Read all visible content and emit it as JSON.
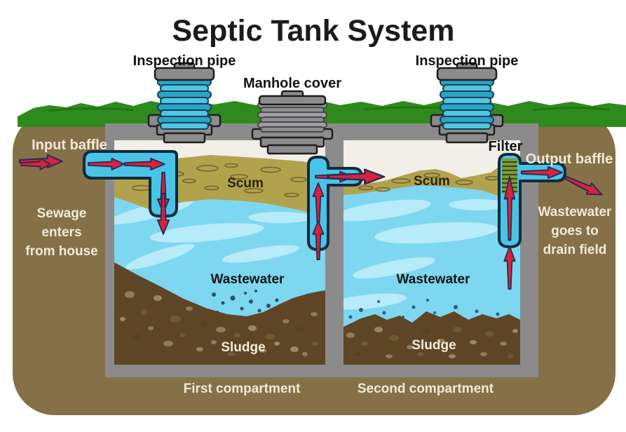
{
  "title": "Septic Tank System",
  "labels": {
    "inspection_pipe_left": "Inspection pipe",
    "manhole_cover": "Manhole cover",
    "inspection_pipe_right": "Inspection pipe",
    "input_baffle": "Input baffle",
    "filter": "Filter",
    "output_baffle": "Output baffle",
    "sewage_lines": [
      "Sewage",
      "enters",
      "from house"
    ],
    "drain_lines": [
      "Wastewater",
      "goes to",
      "drain field"
    ],
    "comp1": {
      "scum": "Scum",
      "wastewater": "Wastewater",
      "sludge": "Sludge",
      "name": "First compartment"
    },
    "comp2": {
      "scum": "Scum",
      "wastewater": "Wastewater",
      "sludge": "Sludge",
      "name": "Second compartment"
    }
  },
  "colors": {
    "water": "#7ed7f0",
    "water_light": "#b7ebf9",
    "scum": "#b3a24c",
    "sludge": "#5e4526",
    "soil": "#857048",
    "grass": "#2f8a1d",
    "concrete": "#8b8b8b",
    "interior": "#f2efe8",
    "pipe": "#4ac4e6",
    "arrow": "#d8213f",
    "filter_media": "#7d9a3a",
    "inspection_blue": "#35aed2",
    "label_light": "#f2ecd8",
    "label_dark": "#1c1c1c"
  }
}
